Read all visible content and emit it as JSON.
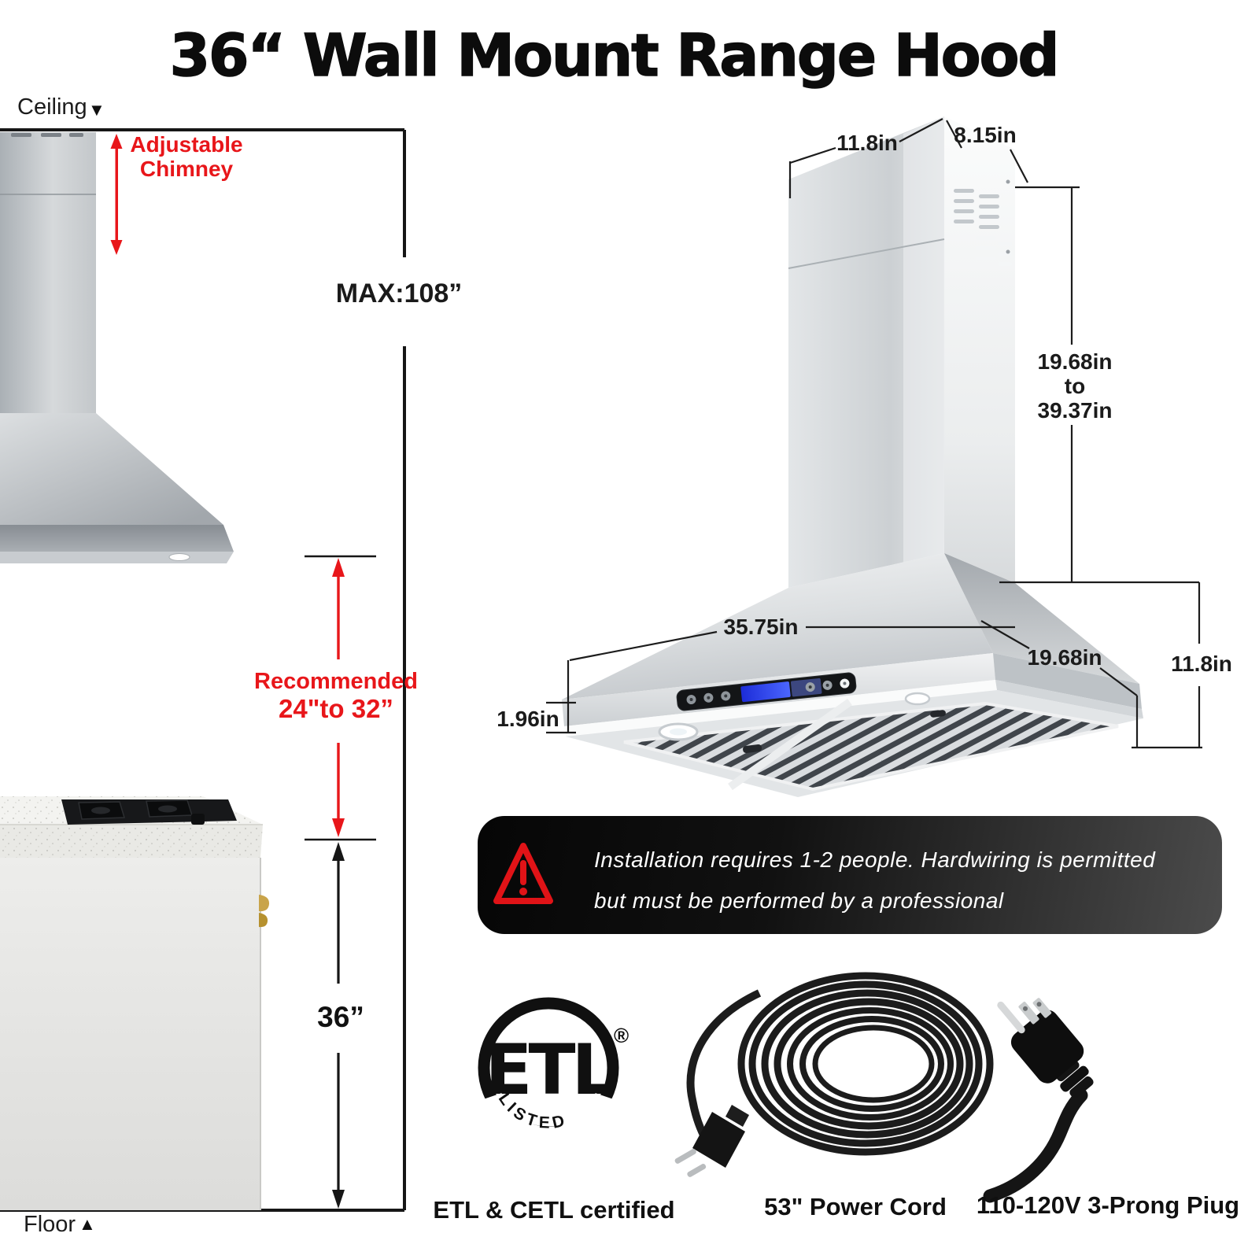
{
  "title": "36“ Wall Mount Range Hood",
  "diagram": {
    "ceiling": "Ceiling",
    "ceiling_arrow": "▼",
    "floor": "Floor",
    "floor_arrow": "▲",
    "adjustable_chimney": [
      "Adjustable",
      "Chimney"
    ],
    "max_height": "MAX:108”",
    "recommended": [
      "Recommended",
      "24\"to 32”"
    ],
    "counter_height": "36”"
  },
  "dimensions": {
    "top_depth": "11.8in",
    "top_width": "8.15in",
    "chimney_range": [
      "19.68in",
      "to",
      "39.37in"
    ],
    "hood_width": "35.75in",
    "hood_depth": "19.68in",
    "body_height": "11.8in",
    "lip_height": "1.96in"
  },
  "warning": {
    "line1": "Installation requires 1-2 people. Hardwiring is permitted",
    "line2": "but must be performed by a professional"
  },
  "features": {
    "etl": {
      "caption": "ETL & CETL certified",
      "logo_text": "ETL",
      "listed": "LISTED",
      "reg": "®"
    },
    "cord": {
      "caption": "53\" Power Cord"
    },
    "plug": {
      "caption": "110-120V 3-Prong Piug"
    }
  },
  "colors": {
    "accent_red": "#e8161a",
    "line_black": "#161616",
    "steel_light": "#eceeef",
    "steel_dark": "#b2b7bb",
    "lcd_blue": "#2b3cf0",
    "banner_dark": "#0a0a0a"
  }
}
